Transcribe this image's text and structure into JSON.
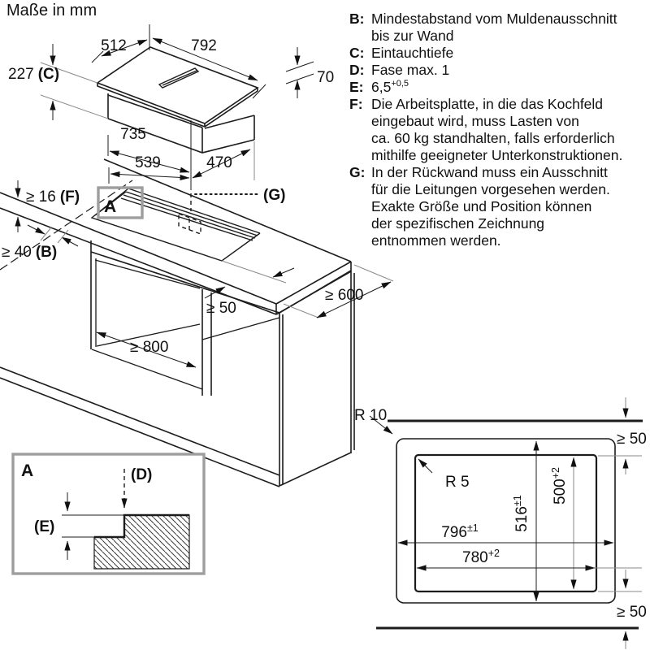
{
  "title": "Maße in mm",
  "legend": {
    "items": [
      {
        "key": "B:",
        "text": "Mindestabstand vom Muldenausschnitt\nbis zur Wand",
        "sup": ""
      },
      {
        "key": "C:",
        "text": "Eintauchtiefe",
        "sup": ""
      },
      {
        "key": "D:",
        "text": "Fase max. 1",
        "sup": ""
      },
      {
        "key": "E:",
        "text": "6,5",
        "sup": "+0,5"
      },
      {
        "key": "F:",
        "text": "Die Arbeitsplatte, in die das Kochfeld\neingebaut wird, muss Lasten von\nca. 60 kg standhalten, falls erforderlich\nmithilfe geeigneter Unterkonstruktionen.",
        "sup": ""
      },
      {
        "key": "G:",
        "text": "In der Rückwand muss ein Ausschnitt\nfür die Leitungen vorgesehen werden.\nExakte Größe und Position können\nder spezifischen Zeichnung\nentnommen werden.",
        "sup": ""
      }
    ]
  },
  "hob": {
    "depth": "512",
    "width": "792",
    "height_value": "227",
    "height_marker": "(C)",
    "duct_height": "70",
    "body_width": "735",
    "body_bottom": "539",
    "body_depth": "470"
  },
  "cabinet": {
    "thickness_value": "≥ 16",
    "thickness_marker": "(F)",
    "wall_value": "≥ 40",
    "wall_marker": "(B)",
    "marker_a": "A",
    "rear_marker": "(G)",
    "front_value": "≥ 50",
    "depth_value": "≥ 600",
    "niche_value": "≥ 800"
  },
  "detail_a": {
    "marker": "A",
    "chamfer_marker": "(D)",
    "step_marker": "(E)"
  },
  "cutout_plan": {
    "radius_outer": "R 10",
    "radius_inner": "R 5",
    "wall_gap_top": "≥ 50",
    "wall_gap_bottom": "≥ 50",
    "outer_width": "796",
    "outer_width_tol": "±1",
    "inner_width": "780",
    "inner_width_tol": "+2",
    "outer_depth": "516",
    "outer_depth_tol": "±1",
    "inner_depth": "500",
    "inner_depth_tol": "+2"
  }
}
